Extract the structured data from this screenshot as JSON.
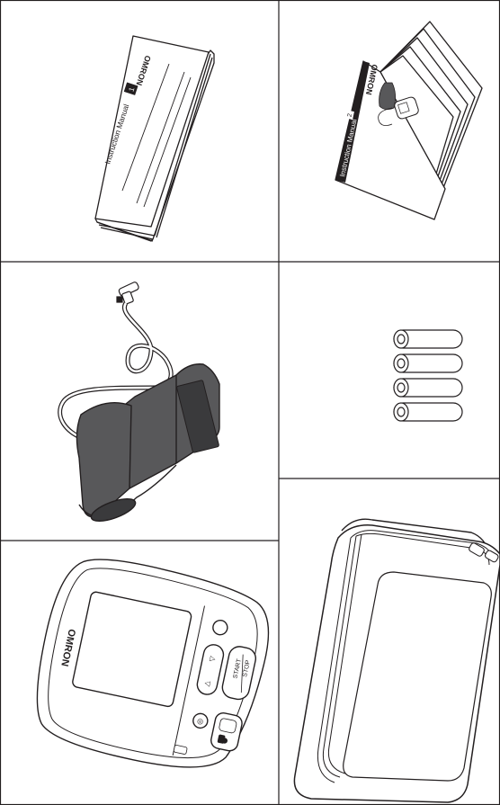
{
  "manual1": {
    "brand": "OMRON",
    "title": "Instruction Manual",
    "number": "1"
  },
  "manual2": {
    "brand": "OMRON",
    "title": "Instruction Manual",
    "number": "2"
  },
  "monitor": {
    "brand": "OMRON",
    "start_label": "START",
    "stop_label": "STOP"
  },
  "colors": {
    "cuff": "#58585a",
    "cuff_dark": "#3a3a3c",
    "line": "#231f20",
    "cell_border": "#231f20"
  },
  "batteries": {
    "count": 4
  }
}
